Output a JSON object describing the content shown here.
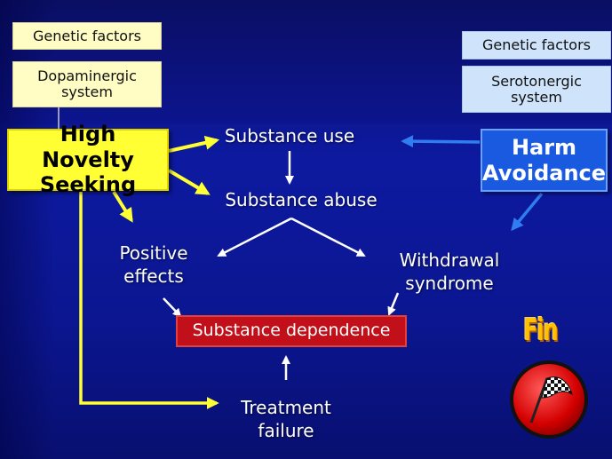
{
  "left_factors": {
    "genetic": "Genetic factors",
    "system": "Dopaminergic system"
  },
  "right_factors": {
    "genetic": "Genetic factors",
    "system": "Serotonergic system"
  },
  "traits": {
    "novelty": "High Novelty Seeking",
    "harm": "Harm Avoidance"
  },
  "stages": {
    "use": "Substance use",
    "abuse": "Substance abuse",
    "positive": "Positive effects",
    "withdrawal": "Withdrawal syndrome",
    "dependence": "Substance dependence",
    "treatment": "Treatment failure"
  },
  "corner": {
    "fin": "Fin",
    "badge_icon": "checkered-flag-icon"
  },
  "colors": {
    "background": "#0d1aa0",
    "novelty": "#ffff33",
    "harm": "#1a5ae0",
    "dependence": "#c2101a",
    "yellow_arrow": "#ffff33",
    "blue_arrow": "#2f7df0",
    "white_arrow": "#ffffff"
  }
}
